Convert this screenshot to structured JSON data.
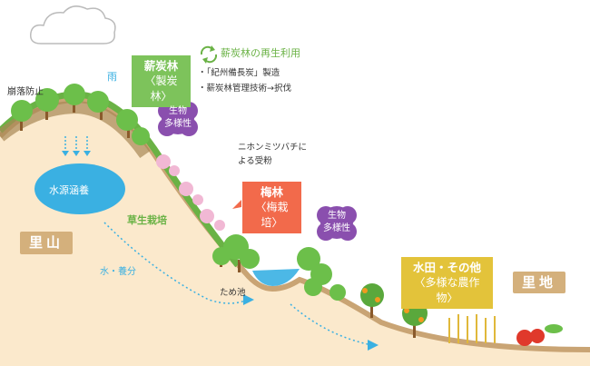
{
  "labels": {
    "landslide": "崩落防止",
    "rain": "雨",
    "water_source": "水源涵養",
    "grass": "草生栽培",
    "satoyama": "里山",
    "water_nutrients": "水・養分",
    "pond": "ため池",
    "bee_line1": "ニホンミツバチに",
    "bee_line2": "よる受粉",
    "satochi": "里地"
  },
  "charcoal_forest": {
    "title": "薪炭林",
    "subtitle": "〈製炭林〉"
  },
  "recycle": {
    "title": "薪炭林の再生利用",
    "bullets": [
      "・「紀州備長炭」製造",
      "・薪炭林管理技術→択伐"
    ]
  },
  "biodiversity": [
    {
      "line1": "生物",
      "line2": "多様性"
    },
    {
      "line1": "生物",
      "line2": "多様性"
    }
  ],
  "ume": {
    "title": "梅林",
    "subtitle": "〈梅栽培〉"
  },
  "paddy": {
    "title": "水田・その他",
    "subtitle": "〈多様な農作物〉"
  },
  "colors": {
    "green": "#7dc35b",
    "orange": "#f26a4b",
    "yellow": "#e3c33a",
    "purple": "#8a4fae",
    "tan": "#d4b07c",
    "blue": "#3ab0e2",
    "ground": "#fbe9cc"
  }
}
